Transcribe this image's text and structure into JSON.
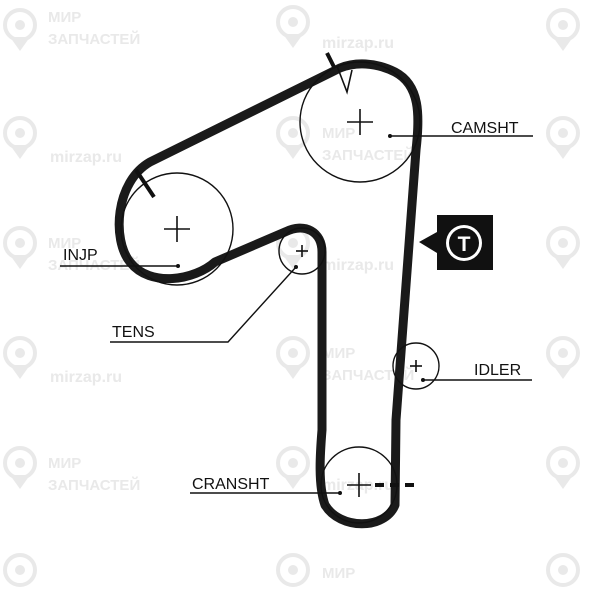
{
  "diagram": {
    "labels": {
      "camshaft": "CAMSHT",
      "injection_pump": "INJP",
      "tensioner": "TENS",
      "idler": "IDLER",
      "crankshaft": "CRANSHT"
    },
    "tensioner_badge": "T"
  },
  "watermark": {
    "brand_line1": "МИР",
    "brand_line2": "ЗАПЧАСТЕЙ",
    "site": "mirzap.ru"
  },
  "colors": {
    "ink": "#111111",
    "belt": "#1a1a1a",
    "watermark": "#e9e9e9"
  }
}
